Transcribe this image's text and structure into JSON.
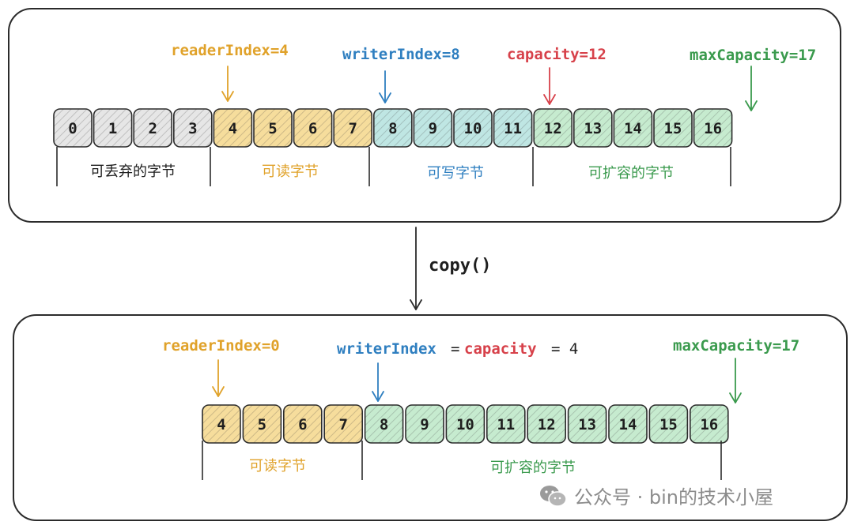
{
  "top": {
    "pointers": {
      "reader": "readerIndex=4",
      "writer": "writerIndex=8",
      "capacity": "capacity=12",
      "max_capacity": "maxCapacity=17"
    },
    "cells": [
      {
        "label": "0",
        "zone": "discard"
      },
      {
        "label": "1",
        "zone": "discard"
      },
      {
        "label": "2",
        "zone": "discard"
      },
      {
        "label": "3",
        "zone": "discard"
      },
      {
        "label": "4",
        "zone": "readable"
      },
      {
        "label": "5",
        "zone": "readable"
      },
      {
        "label": "6",
        "zone": "readable"
      },
      {
        "label": "7",
        "zone": "readable"
      },
      {
        "label": "8",
        "zone": "writable"
      },
      {
        "label": "9",
        "zone": "writable"
      },
      {
        "label": "10",
        "zone": "writable"
      },
      {
        "label": "11",
        "zone": "writable"
      },
      {
        "label": "12",
        "zone": "expandable"
      },
      {
        "label": "13",
        "zone": "expandable"
      },
      {
        "label": "14",
        "zone": "expandable"
      },
      {
        "label": "15",
        "zone": "expandable"
      },
      {
        "label": "16",
        "zone": "expandable"
      }
    ],
    "regions": {
      "discard": "可丢弃的字节",
      "readable": "可读字节",
      "writable": "可写字节",
      "expandable": "可扩容的字节"
    }
  },
  "operation": "copy()",
  "bottom": {
    "pointers": {
      "reader": "readerIndex=0",
      "writer": "writerIndex",
      "eq1": "=",
      "capacity": "capacity",
      "eq2": "= 4",
      "max_capacity": "maxCapacity=17"
    },
    "cells": [
      {
        "label": "4",
        "zone": "readable"
      },
      {
        "label": "5",
        "zone": "readable"
      },
      {
        "label": "6",
        "zone": "readable"
      },
      {
        "label": "7",
        "zone": "readable"
      },
      {
        "label": "8",
        "zone": "expandable"
      },
      {
        "label": "9",
        "zone": "expandable"
      },
      {
        "label": "10",
        "zone": "expandable"
      },
      {
        "label": "11",
        "zone": "expandable"
      },
      {
        "label": "12",
        "zone": "expandable"
      },
      {
        "label": "13",
        "zone": "expandable"
      },
      {
        "label": "14",
        "zone": "expandable"
      },
      {
        "label": "15",
        "zone": "expandable"
      },
      {
        "label": "16",
        "zone": "expandable"
      }
    ],
    "regions": {
      "readable": "可读字节",
      "expandable": "可扩容的字节"
    }
  },
  "colors": {
    "discard": "#e6e6e6",
    "readable": "#f6dd9c",
    "writable": "#bfe6e3",
    "expandable": "#c6ebcf",
    "orange": "#e0a22a",
    "blue": "#2f7fc0",
    "red": "#d7414a",
    "green": "#3a9a4d",
    "stroke": "#2b2b2b"
  },
  "watermark": {
    "text": "公众号 · bin的技术小屋",
    "icon": "wechat-icon"
  }
}
